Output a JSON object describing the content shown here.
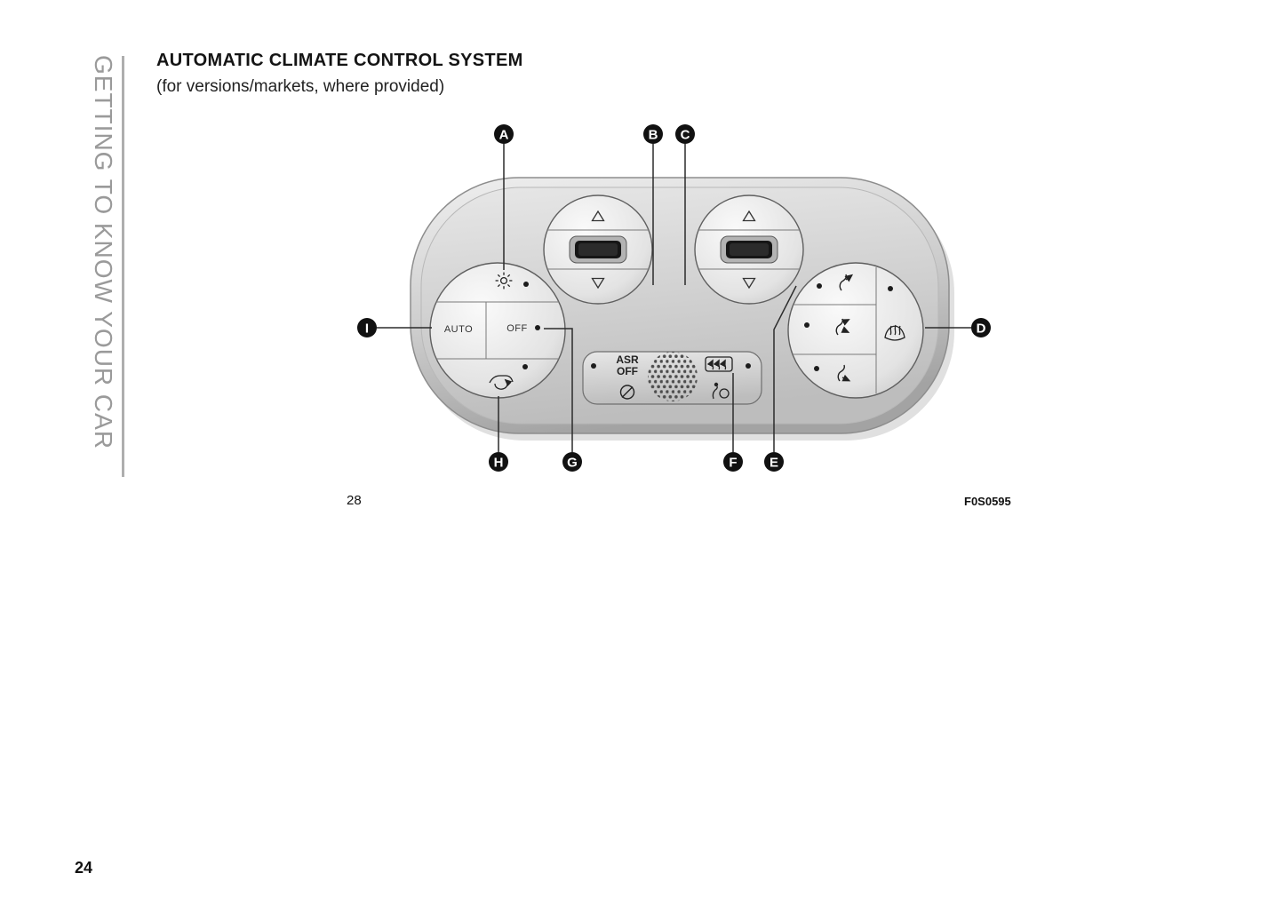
{
  "sidebar": {
    "text": "GETTING TO KNOW YOUR CAR"
  },
  "header": {
    "title": "AUTOMATIC CLIMATE CONTROL SYSTEM",
    "subtitle": "(for versions/markets, where provided)"
  },
  "figure": {
    "number": "28",
    "code": "F0S0595",
    "labels": {
      "auto": "AUTO",
      "off": "OFF",
      "asr_line1": "ASR",
      "asr_line2": "OFF"
    },
    "callouts": {
      "a": "A",
      "b": "B",
      "c": "C",
      "d": "D",
      "e": "E",
      "f": "F",
      "g": "G",
      "h": "H",
      "i": "I"
    }
  },
  "footer": {
    "page_number": "24"
  }
}
